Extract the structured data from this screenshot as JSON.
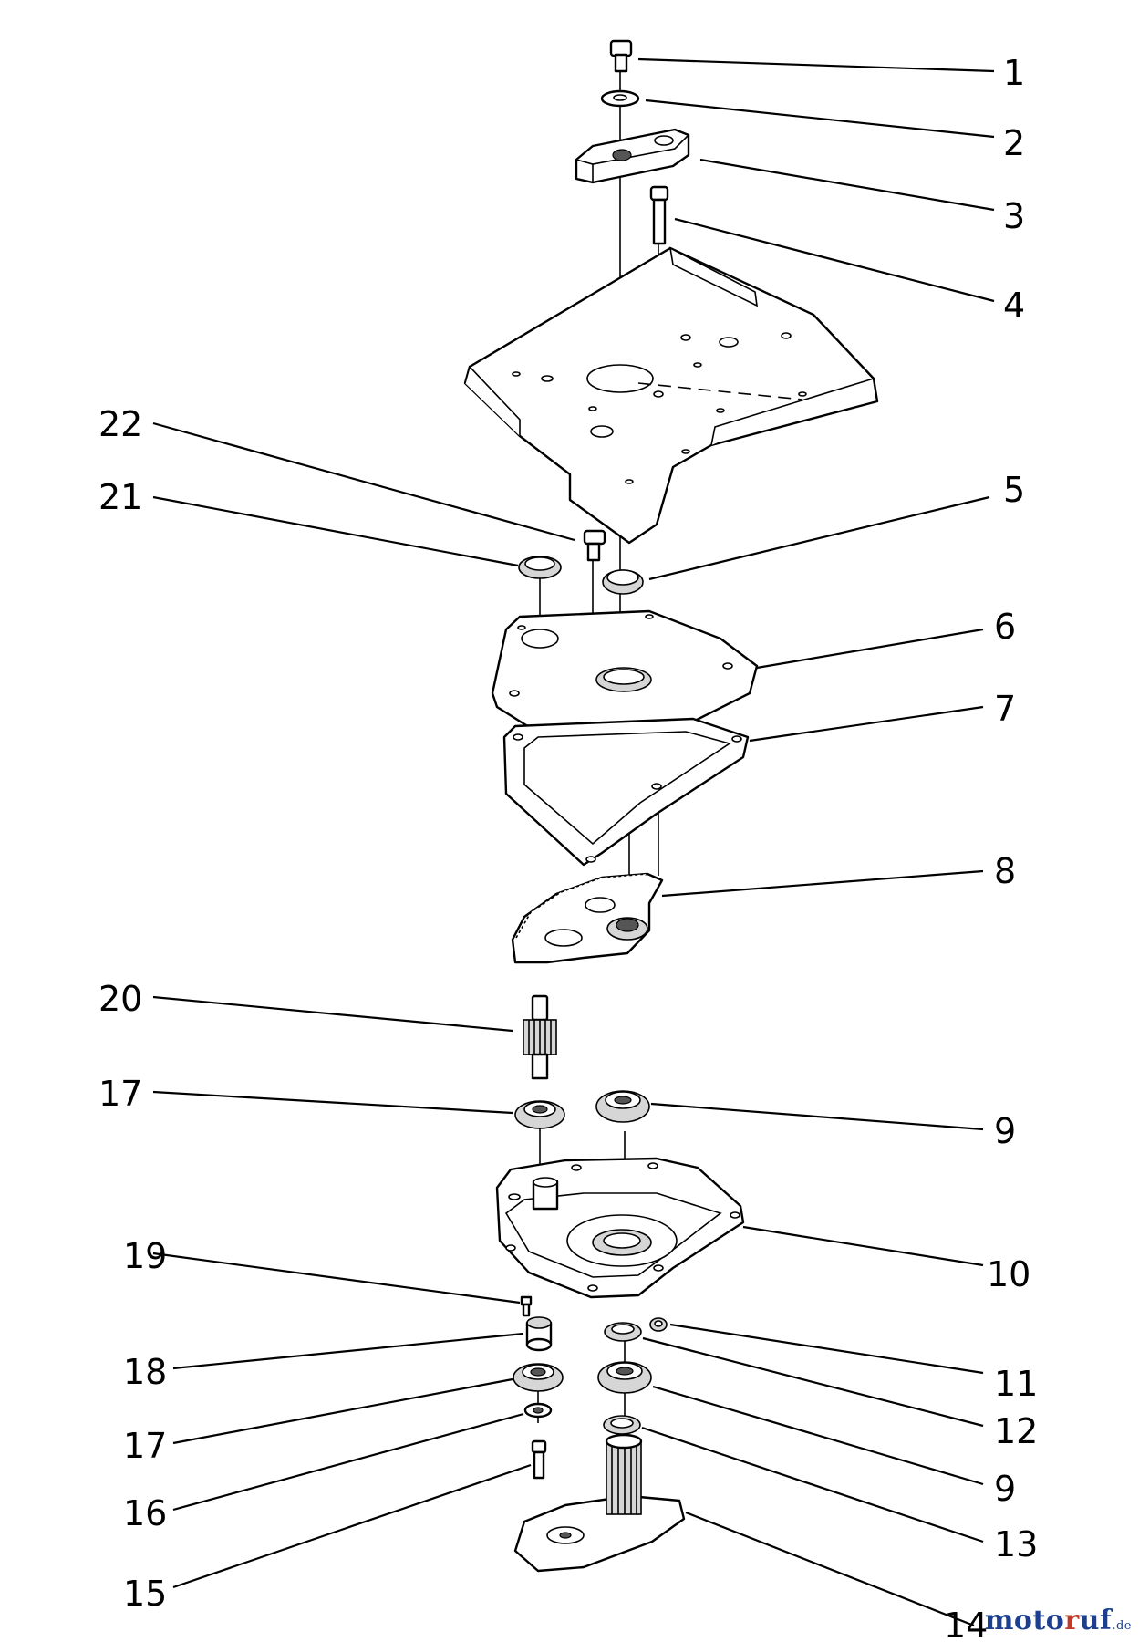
{
  "callouts": [
    "1",
    "2",
    "3",
    "4",
    "5",
    "6",
    "7",
    "8",
    "9",
    "10",
    "11",
    "12",
    "13",
    "14",
    "15",
    "16",
    "17",
    "18",
    "19",
    "20",
    "21",
    "22"
  ],
  "watermark": {
    "brand_a": "moto",
    "brand_accent": "r",
    "brand_b": "uf",
    "tld": ".de"
  },
  "colors": {
    "line": "#000000",
    "shade": "#d6d6d6",
    "watermark": "#1c3f8f",
    "watermark_accent": "#c0392b"
  }
}
